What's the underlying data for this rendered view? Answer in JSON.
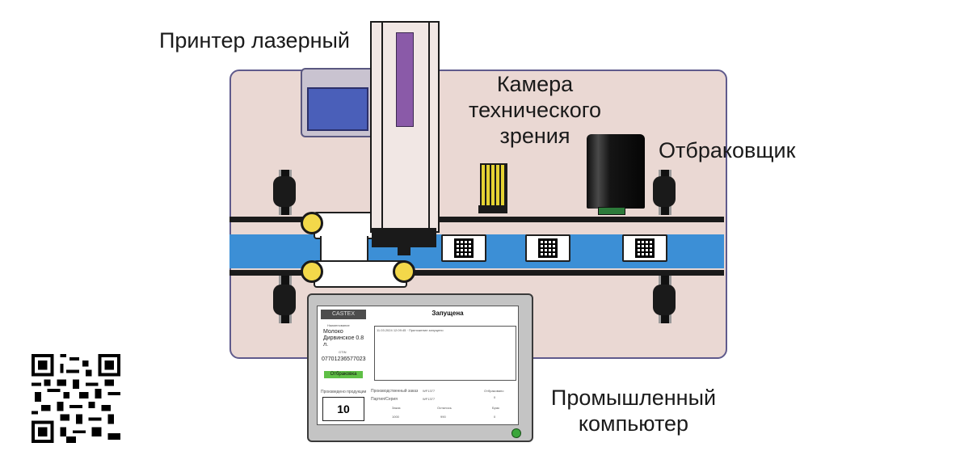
{
  "labels": {
    "printer": "Принтер лазерный",
    "camera": [
      "Камера",
      "технического",
      "зрения"
    ],
    "rejector": "Отбраковщик",
    "computer": [
      "Промышленный",
      "компьютер"
    ]
  },
  "screen": {
    "brand": "CASTEX",
    "status": "Запущена",
    "name_label": "Наименование",
    "product": [
      "Молоко",
      "Дирвинское 0.8",
      "л."
    ],
    "gtin_label": "GTIN",
    "gtin": "07701236577023",
    "reject_button": "Отбраковка",
    "log_entry": "11.03.2024 12:09:45 · Приложение запущено",
    "produced_label": "Произведено продукции",
    "produced_value": "10",
    "order_label": "Производственный заказ",
    "order_value": "WF1377",
    "batch_label": "Партия/Серия",
    "batch_value": "WF1377",
    "order_col": "Заказ",
    "order_qty": "1000",
    "left_col": "Осталось",
    "left_qty": "990",
    "defect_col": "Брак",
    "defect_qty": "0",
    "rejected_label": "Отбраковано",
    "rejected_value": "0"
  },
  "colors": {
    "base": "#ead8d3",
    "belt": "#3c8fd6",
    "printer_beam": "#8a5aa8",
    "camera": "#e4d233",
    "hmi_screen": "#4a5fb9",
    "button": "#5fbf46"
  },
  "icons": [
    "qr-code-icon",
    "datamatrix-icon"
  ]
}
